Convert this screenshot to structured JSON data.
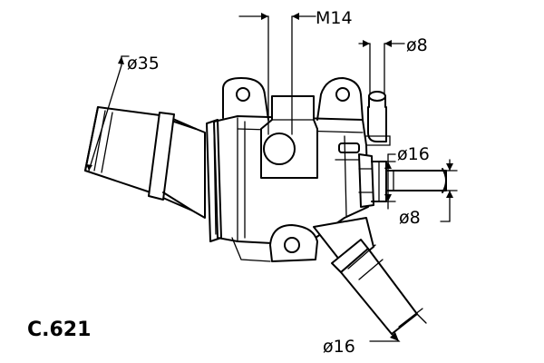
{
  "part_code": "C.621",
  "dimensions": {
    "thread": "M14",
    "outlet_main": "ø35",
    "top_nipple": "ø8",
    "side_port_large": "ø16",
    "side_port_small": "ø8",
    "lower_outlet": "ø16"
  }
}
